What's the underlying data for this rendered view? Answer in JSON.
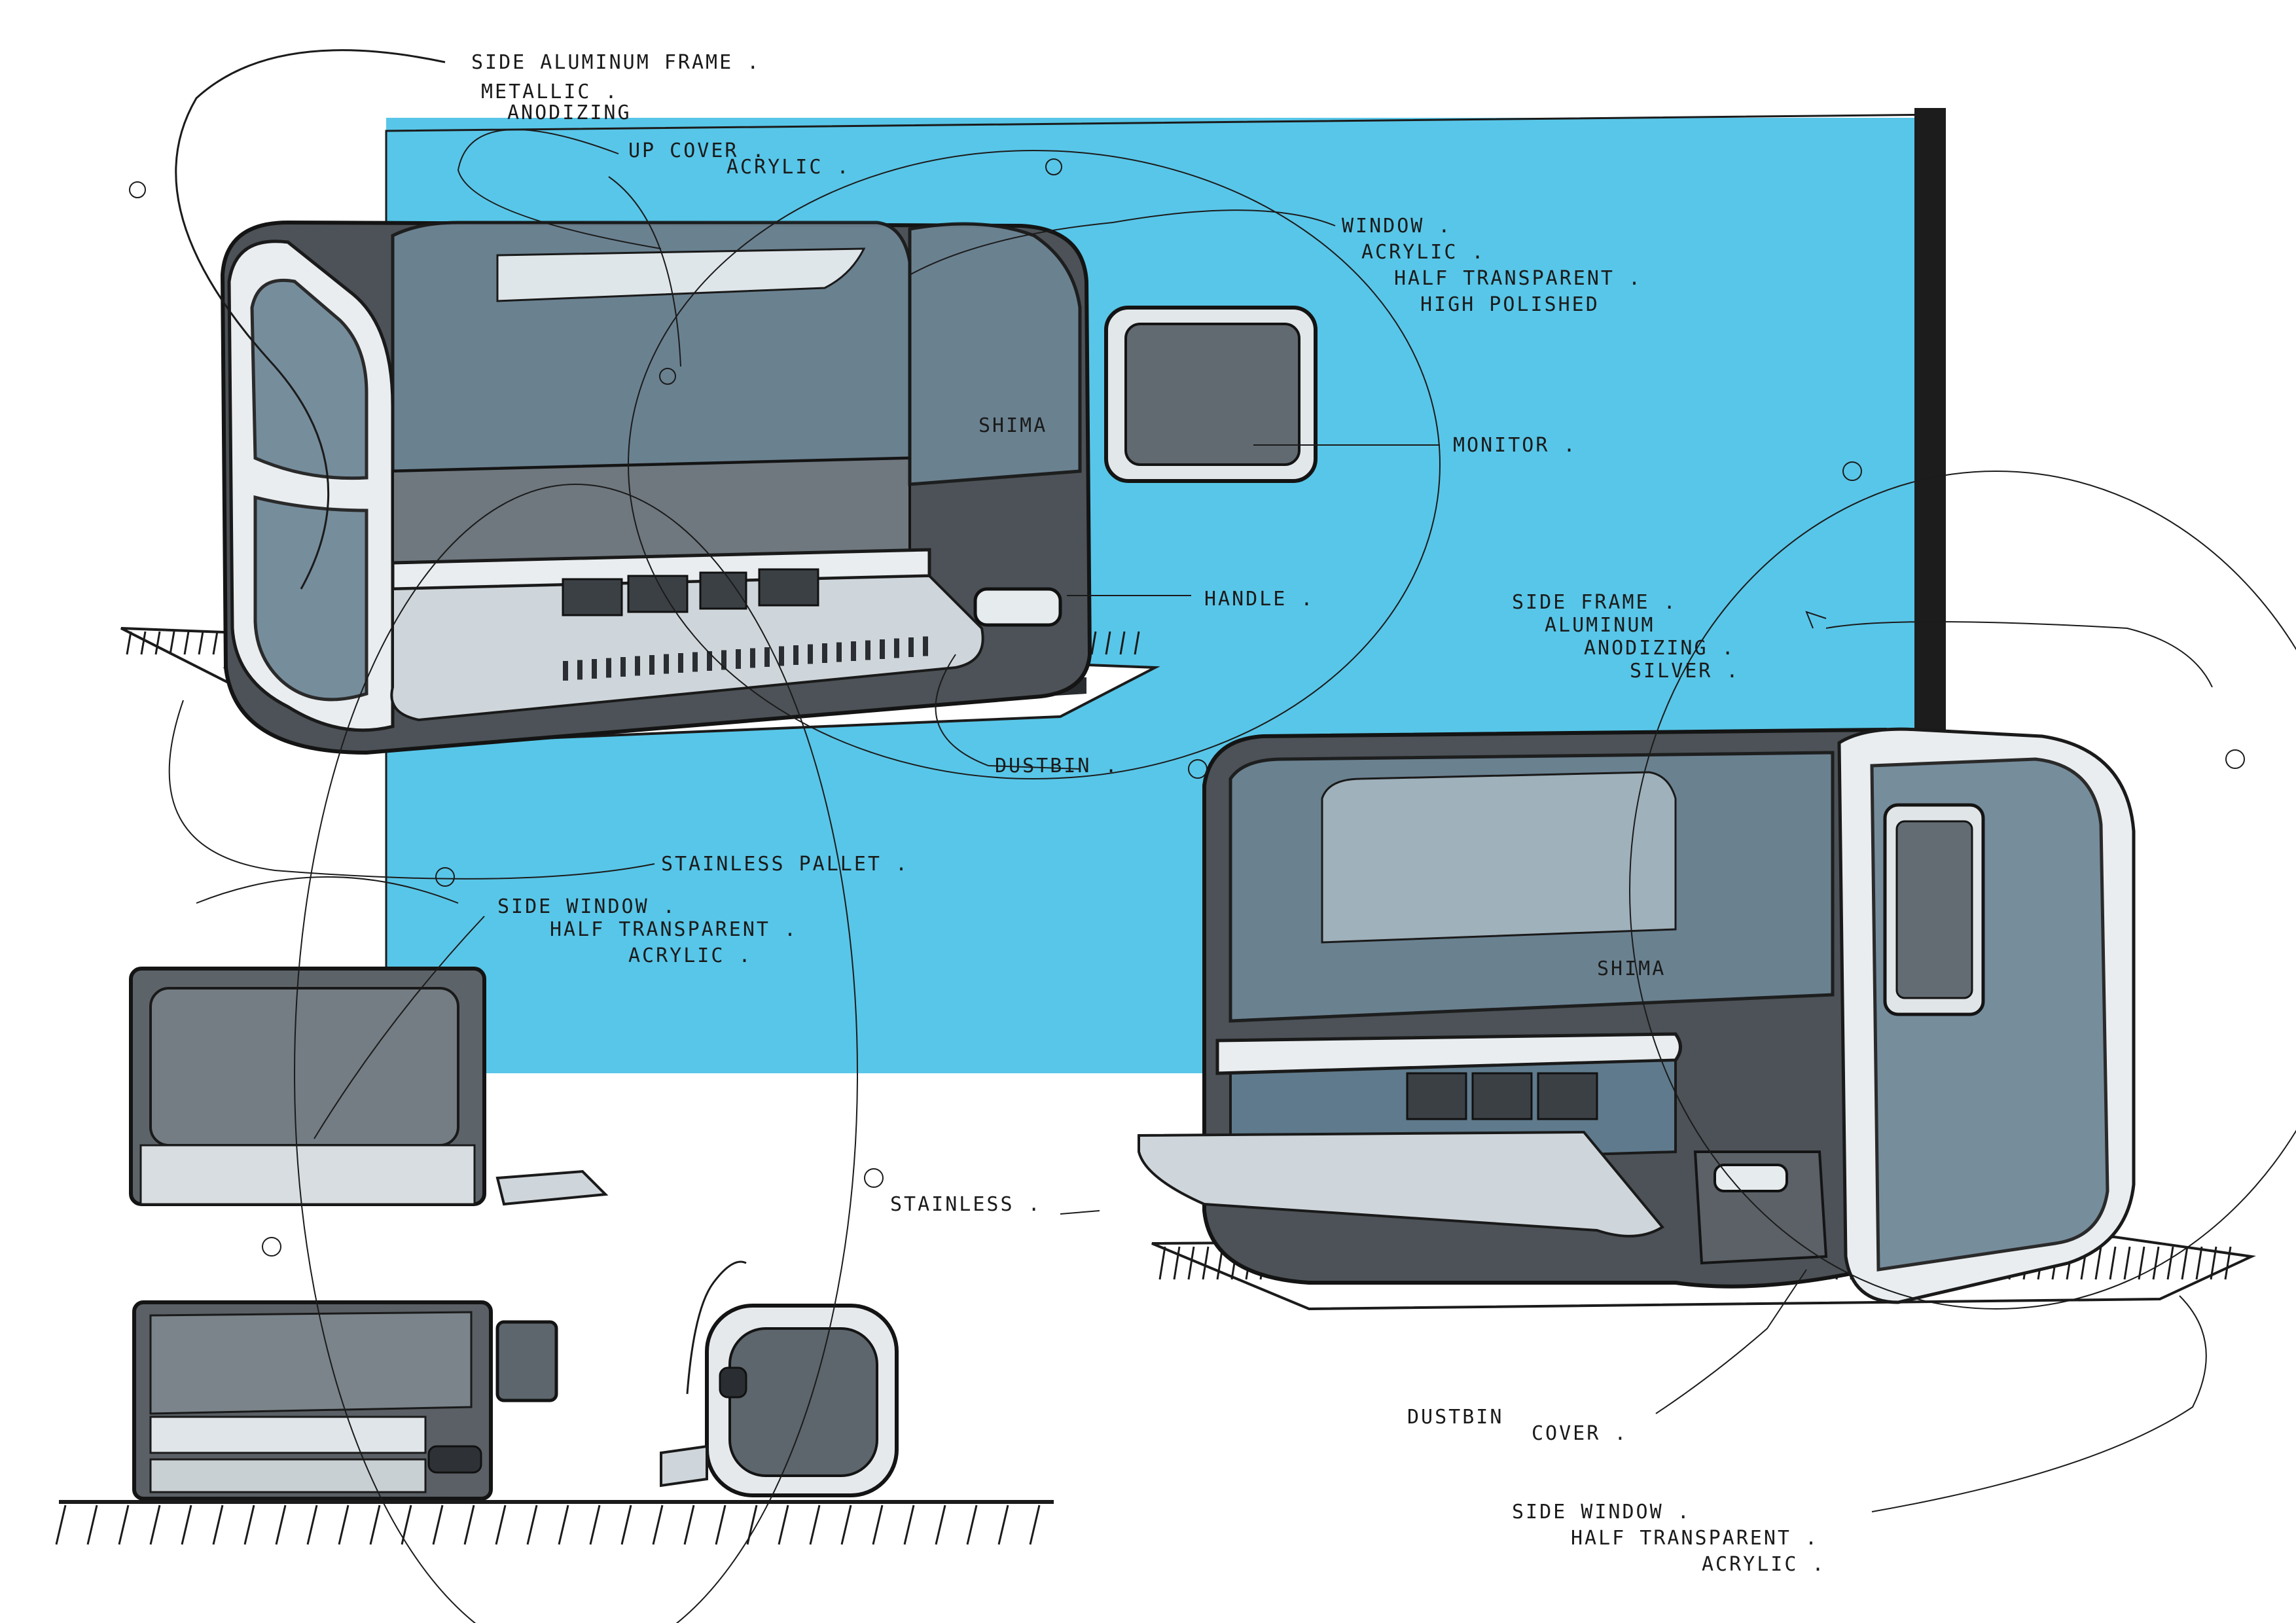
{
  "colors": {
    "backdrop": "#58c6e8",
    "body": "#4c5257",
    "glass": "#6d8595",
    "frame": "#e9edf0",
    "ink": "#1a1a1a"
  },
  "annotations": {
    "side_frame_top": {
      "l1": "SIDE ALUMINUM FRAME .",
      "l2": "METALLIC .",
      "l3": "ANODIZING"
    },
    "up_cover": {
      "l1": "UP COVER .",
      "l2": "ACRYLIC ."
    },
    "window": {
      "l1": "WINDOW .",
      "l2": "ACRYLIC .",
      "l3": "HALF TRANSPARENT .",
      "l4": "HIGH POLISHED"
    },
    "monitor": "MONITOR .",
    "handle": "HANDLE .",
    "dustbin": "DUSTBIN .",
    "stainless_pallet": "STAINLESS PALLET .",
    "side_window_left": {
      "l1": "SIDE WINDOW .",
      "l2": "HALF TRANSPARENT .",
      "l3": "ACRYLIC ."
    },
    "side_frame_right": {
      "l1": "SIDE FRAME .",
      "l2": "ALUMINUM",
      "l3": "ANODIZING .",
      "l4": "SILVER ."
    },
    "stainless": "STAINLESS .",
    "dustbin_cover": {
      "l1": "DUSTBIN",
      "l2": "COVER ."
    },
    "side_window_right": {
      "l1": "SIDE WINDOW .",
      "l2": "HALF TRANSPARENT .",
      "l3": "ACRYLIC ."
    }
  },
  "brand_marks": {
    "mark": "SHIMA"
  }
}
